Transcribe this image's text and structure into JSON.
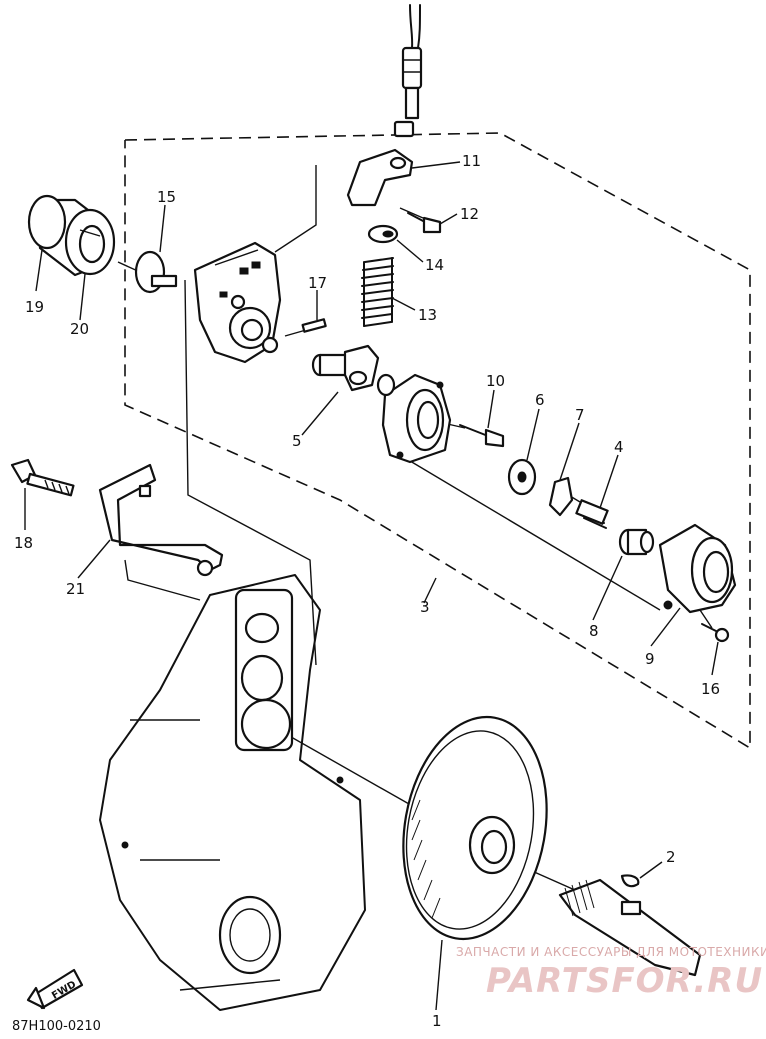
{
  "callouts": [
    {
      "id": "c1",
      "label": "1"
    },
    {
      "id": "c2",
      "label": "2"
    },
    {
      "id": "c3",
      "label": "3"
    },
    {
      "id": "c4",
      "label": "4"
    },
    {
      "id": "c5",
      "label": "5"
    },
    {
      "id": "c6",
      "label": "6"
    },
    {
      "id": "c7",
      "label": "7"
    },
    {
      "id": "c8",
      "label": "8"
    },
    {
      "id": "c9",
      "label": "9"
    },
    {
      "id": "c10",
      "label": "10"
    },
    {
      "id": "c11",
      "label": "11"
    },
    {
      "id": "c12",
      "label": "12"
    },
    {
      "id": "c13",
      "label": "13"
    },
    {
      "id": "c14",
      "label": "14"
    },
    {
      "id": "c15",
      "label": "15"
    },
    {
      "id": "c16",
      "label": "16"
    },
    {
      "id": "c17",
      "label": "17"
    },
    {
      "id": "c18",
      "label": "18"
    },
    {
      "id": "c19",
      "label": "19"
    },
    {
      "id": "c20",
      "label": "20"
    },
    {
      "id": "c21",
      "label": "21"
    }
  ],
  "fwd_label": "FWD",
  "diagram_code": "87H100-0210",
  "watermark": {
    "tagline": "ЗАПЧАСТИ И АКСЕССУАРЫ ДЛЯ МОТОТЕХНИКИ",
    "brand": "PARTSFOR.RU"
  }
}
